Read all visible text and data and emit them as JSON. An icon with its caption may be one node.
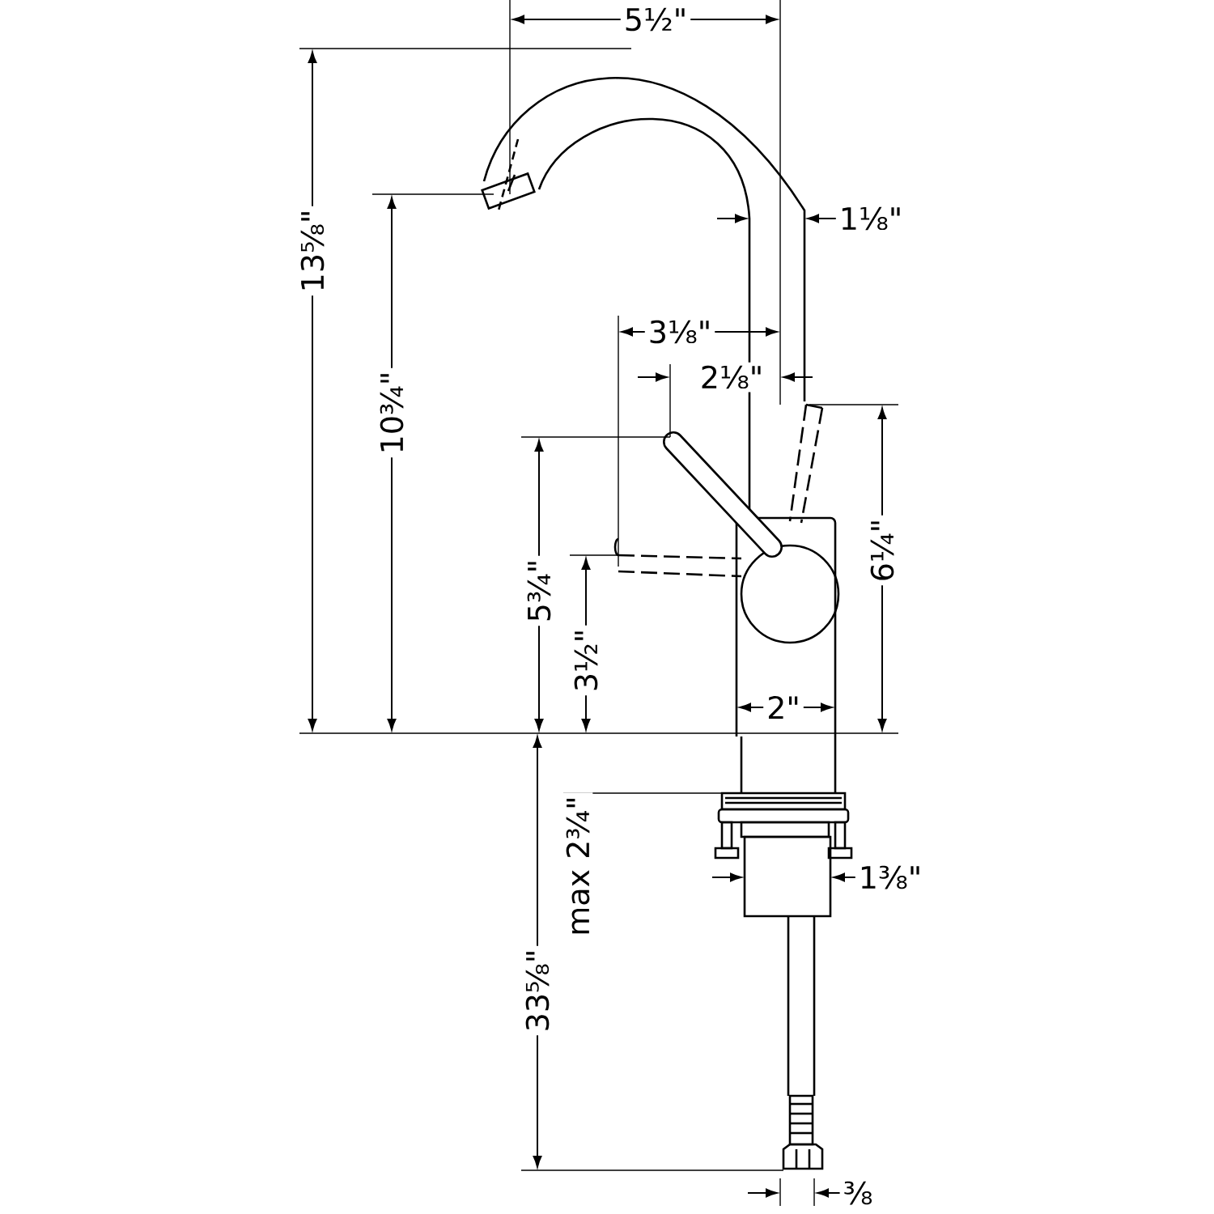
{
  "diagram": {
    "labels": [
      "5½\"",
      "13⅝\"",
      "1⅛\"",
      "10¾\"",
      "3⅛\"",
      "2⅛\"",
      "6¼\"",
      "5¾\"",
      "3½\"",
      "2\"",
      "max 2¾\"",
      "1⅜\"",
      "33⅝\"",
      "⅜"
    ]
  }
}
